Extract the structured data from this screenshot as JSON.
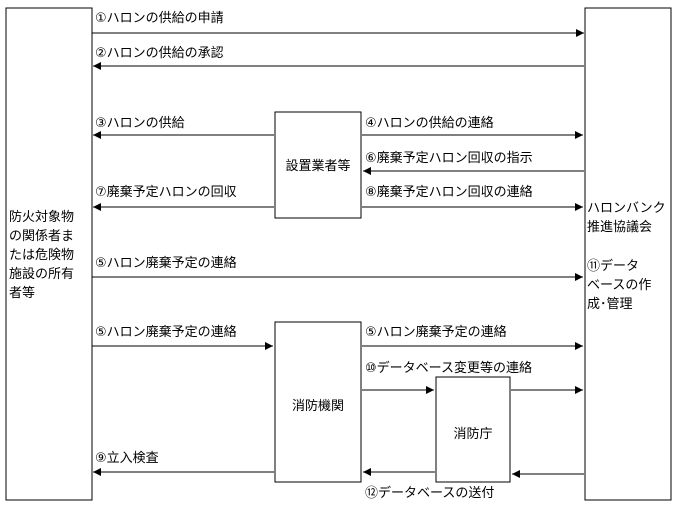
{
  "nodes": {
    "owner": [
      "防火対象物",
      "の関係者ま",
      "たは危険物",
      "施設の所有",
      "者等"
    ],
    "installer": "設置業者等",
    "bank": [
      "ハロンバンク",
      "推進協議会"
    ],
    "bank_task": [
      "⑪データ",
      "ベースの作",
      "成･管理"
    ],
    "fire_authority": "消防機関",
    "fdma": "消防庁"
  },
  "flows": {
    "f1": "①ハロンの供給の申請",
    "f2": "②ハロンの供給の承認",
    "f3": "③ハロンの供給",
    "f4": "④ハロンの供給の連絡",
    "f6": "⑥廃棄予定ハロン回収の指示",
    "f7": "⑦廃棄予定ハロンの回収",
    "f8": "⑧廃棄予定ハロン回収の連絡",
    "f5a": "⑤ハロン廃棄予定の連絡",
    "f5b": "⑤ハロン廃棄予定の連絡",
    "f5c": "⑤ハロン廃棄予定の連絡",
    "f10": "⑩データベース変更等の連絡",
    "f9": "⑨立入検査",
    "f12": "⑫データベースの送付"
  }
}
